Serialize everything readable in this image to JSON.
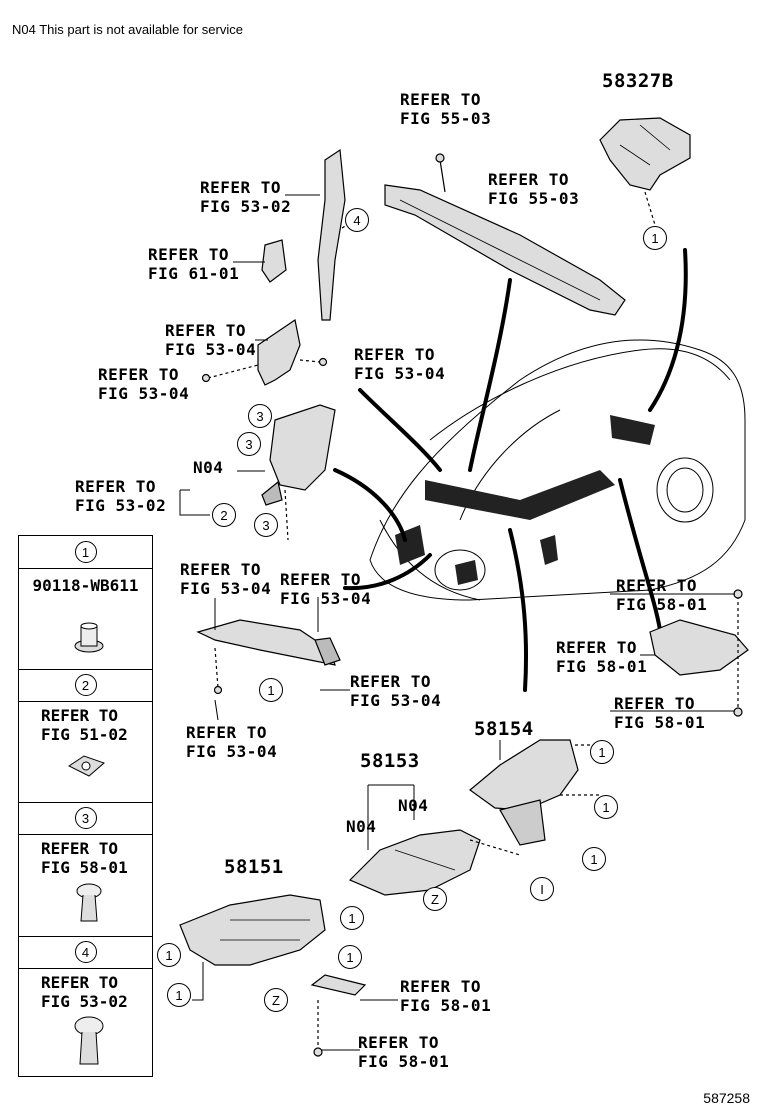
{
  "note": "N04  This part is not available for service",
  "figure_id": "587258",
  "part_numbers": {
    "p58327B": "58327B",
    "p58154": "58154",
    "p58153": "58153",
    "p58151": "58151",
    "n04_a": "N04",
    "n04_b": "N04",
    "n04_c": "N04"
  },
  "refs": {
    "r_55_03_a": "REFER TO\nFIG 55-03",
    "r_55_03_b": "REFER TO\nFIG 55-03",
    "r_53_02_a": "REFER TO\nFIG 53-02",
    "r_61_01": "REFER TO\nFIG 61-01",
    "r_53_04_a": "REFER TO\nFIG 53-04",
    "r_53_04_b": "REFER TO\nFIG 53-04",
    "r_53_04_c": "REFER TO\nFIG 53-04",
    "r_53_02_b": "REFER TO\nFIG 53-02",
    "r_53_04_d": "REFER TO\nFIG 53-04",
    "r_53_04_e": "REFER TO\nFIG 53-04",
    "r_53_04_f": "REFER TO\nFIG 53-04",
    "r_53_04_g": "REFER TO\nFIG 53-04",
    "r_58_01_a": "REFER TO\nFIG 58-01",
    "r_58_01_b": "REFER TO\nFIG 58-01",
    "r_58_01_c": "REFER TO\nFIG 58-01",
    "r_58_01_d": "REFER TO\nFIG 58-01",
    "r_58_01_e": "REFER TO\nFIG 58-01"
  },
  "callouts": {
    "c1": "1",
    "c2": "2",
    "c3": "3",
    "c4": "4",
    "cZ": "Z",
    "cI": "I"
  },
  "legend": [
    {
      "key": "1",
      "part": "90118-WB611",
      "text": ""
    },
    {
      "key": "2",
      "part": "",
      "text": "REFER TO\nFIG 51-02"
    },
    {
      "key": "3",
      "part": "",
      "text": "REFER TO\nFIG 58-01"
    },
    {
      "key": "4",
      "part": "",
      "text": "REFER TO\nFIG 53-02"
    }
  ]
}
